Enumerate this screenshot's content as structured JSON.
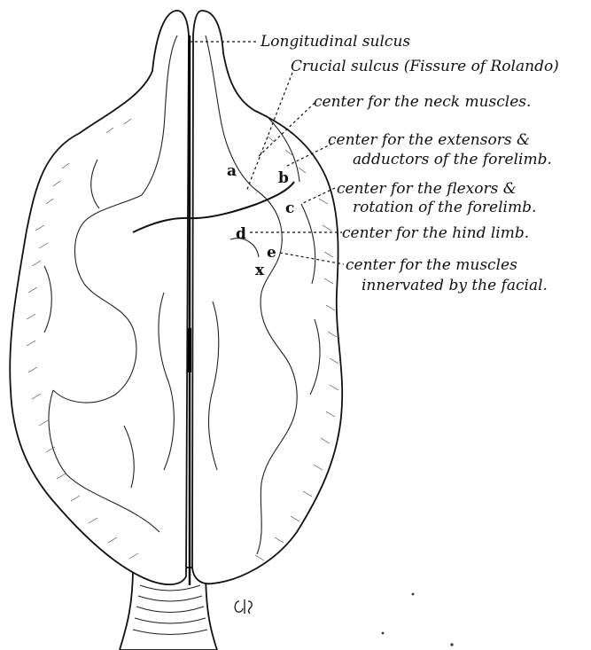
{
  "labels": {
    "longitudinal_sulcus": "Longitudinal sulcus",
    "crucial_sulcus": "Crucial sulcus (Fissure of Rolando)",
    "neck_muscles": "center for the neck muscles.",
    "extensors_line1": "center for the extensors &",
    "extensors_line2": "adductors of the forelimb.",
    "flexors_line1": "center for the flexors &",
    "flexors_line2": "rotation of the forelimb.",
    "hind_limb": "center for the hind limb.",
    "facial_line1": "center for the muscles",
    "facial_line2": "innervated by the facial."
  },
  "letters": {
    "a": "a",
    "b": "b",
    "c": "c",
    "d": "d",
    "e": "e",
    "x": "x"
  },
  "colors": {
    "ink": "#111111",
    "paper": "#ffffff"
  }
}
